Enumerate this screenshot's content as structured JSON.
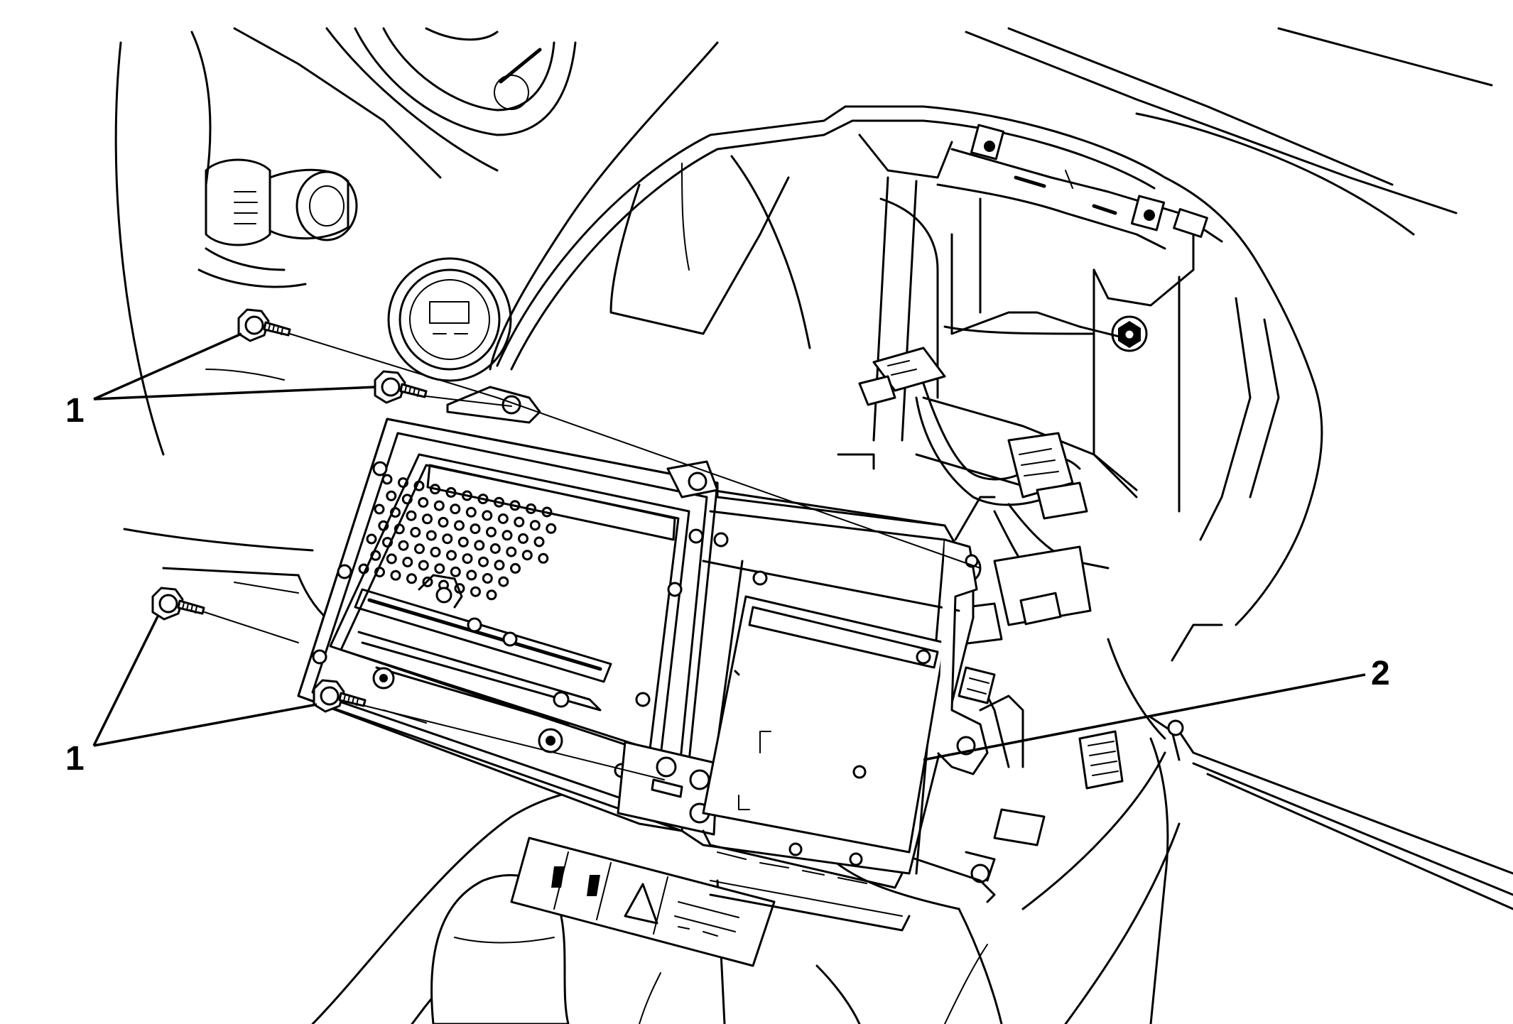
{
  "callouts": [
    {
      "id": "callout-1-upper",
      "label": "1"
    },
    {
      "id": "callout-1-lower",
      "label": "1"
    },
    {
      "id": "callout-2",
      "label": "2"
    }
  ],
  "colors": {
    "line": "#000000",
    "background": "#ffffff"
  },
  "parts": [
    {
      "callout": "1",
      "icon": "bolt-icon",
      "count": 4
    },
    {
      "callout": "2",
      "icon": "radio-module-icon",
      "count": 1
    }
  ]
}
